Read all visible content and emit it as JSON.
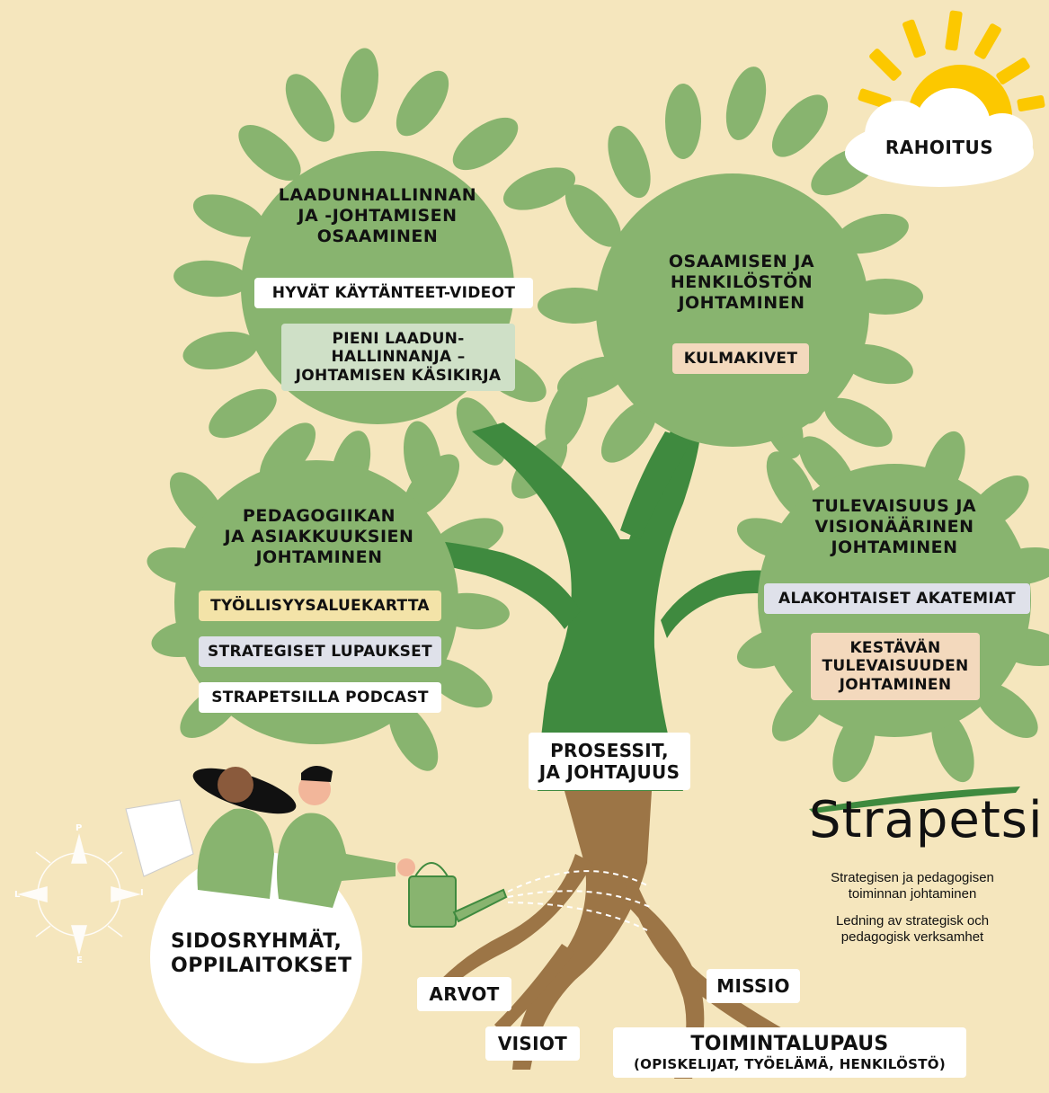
{
  "funding": "RAHOITUS",
  "circles": {
    "top_left": {
      "heading": [
        "LAADUNHALLINNAN",
        "JA -JOHTAMISEN",
        "OSAAMINEN"
      ],
      "items": [
        "HYVÄT KÄYTÄNTEET-VIDEOT",
        "PIENI LAADUN-",
        "HALLINNANJA –",
        "JOHTAMISEN KÄSIKIRJA"
      ]
    },
    "top_right": {
      "heading": [
        "OSAAMISEN JA",
        "HENKILÖSTÖN",
        "JOHTAMINEN"
      ],
      "items": [
        "KULMAKIVET"
      ]
    },
    "bottom_left": {
      "heading": [
        "PEDAGOGIIKAN",
        "JA ASIAKKUUKSIEN",
        "JOHTAMINEN"
      ],
      "items": [
        "TYÖLLISYYSALUEKARTTA",
        "STRATEGISET LUPAUKSET",
        "STRAPETSILLA PODCAST"
      ]
    },
    "bottom_right": {
      "heading": [
        "TULEVAISUUS JA",
        "VISIONÄÄRINEN",
        "JOHTAMINEN"
      ],
      "items": [
        "ALAKOHTAISET AKATEMIAT",
        "KESTÄVÄN",
        "TULEVAISUUDEN",
        "JOHTAMINEN"
      ]
    }
  },
  "trunk_label": [
    "PROSESSIT,",
    "JA JOHTAJUUS"
  ],
  "stakeholders": [
    "SIDOSRYHMÄT,",
    "OPPILAITOKSET"
  ],
  "roots": {
    "values": "ARVOT",
    "visions": "VISIOT",
    "mission": "MISSIO",
    "promise_title": "TOIMINTALUPAUS",
    "promise_detail": "(OPISKELIJAT, TYÖELÄMÄ, HENKILÖSTÖ)"
  },
  "brand": {
    "name": "Strapetsi",
    "tagline_fi": [
      "Strategisen ja pedagogisen",
      "toiminnan johtaminen"
    ],
    "tagline_sv": [
      "Ledning av strategisk och",
      "pedagogisk verksamhet"
    ]
  },
  "compass": {
    "n": "P",
    "s": "E",
    "w": "L",
    "e": "I"
  },
  "colors": {
    "background": "#f5e6bd",
    "canopy": "#88b46f",
    "branch": "#3f8a3f",
    "trunk": "#9c7546",
    "sun": "#fcc800",
    "cloud": "#ffffff"
  }
}
